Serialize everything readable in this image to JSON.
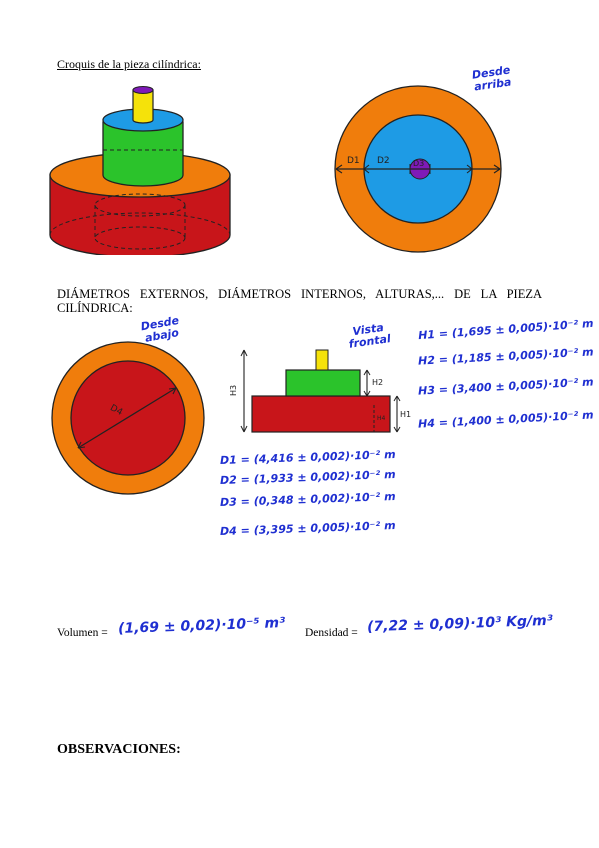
{
  "sketch_title": "Croquis de la pieza cilíndrica:",
  "dims_heading_line1": "DIÁMETROS EXTERNOS, DIÁMETROS INTERNOS, ALTURAS,... DE LA PIEZA",
  "dims_heading_line2": "CILÍNDRICA:",
  "views": {
    "top": "Desde arriba",
    "bottom": "Desde abajo",
    "front": "Vista frontal"
  },
  "diagram_labels": {
    "d1": "D1",
    "d2": "D2",
    "d3": "D3",
    "d4": "D4",
    "h1": "H1",
    "h2": "H2",
    "h3": "H3",
    "h4": "H4"
  },
  "heights": [
    "H1 = (1,695 ± 0,005)·10⁻² m",
    "H2 = (1,185 ± 0,005)·10⁻² m",
    "H3 = (3,400 ± 0,005)·10⁻² m",
    "H4 = (1,400 ± 0,005)·10⁻² m"
  ],
  "diameters": [
    "D1 = (4,416 ± 0,002)·10⁻² m",
    "D2 = (1,933 ± 0,002)·10⁻² m",
    "D3 = (0,348 ± 0,002)·10⁻² m",
    "D4 = (3,395 ± 0,005)·10⁻² m"
  ],
  "volume_label": "Volumen =",
  "volume_value": "(1,69 ± 0,02)·10⁻⁵ m³",
  "density_label": "Densidad =",
  "density_value": "(7,22 ± 0,09)·10³ Kg/m³",
  "observations_title": "OBSERVACIONES:",
  "colors": {
    "orange": "#f07d0c",
    "red": "#c8151a",
    "green": "#2bc32b",
    "blue": "#1e9be5",
    "yellow": "#f5e20a",
    "purple": "#7f1ab8",
    "ink": "#1f2fd1"
  }
}
